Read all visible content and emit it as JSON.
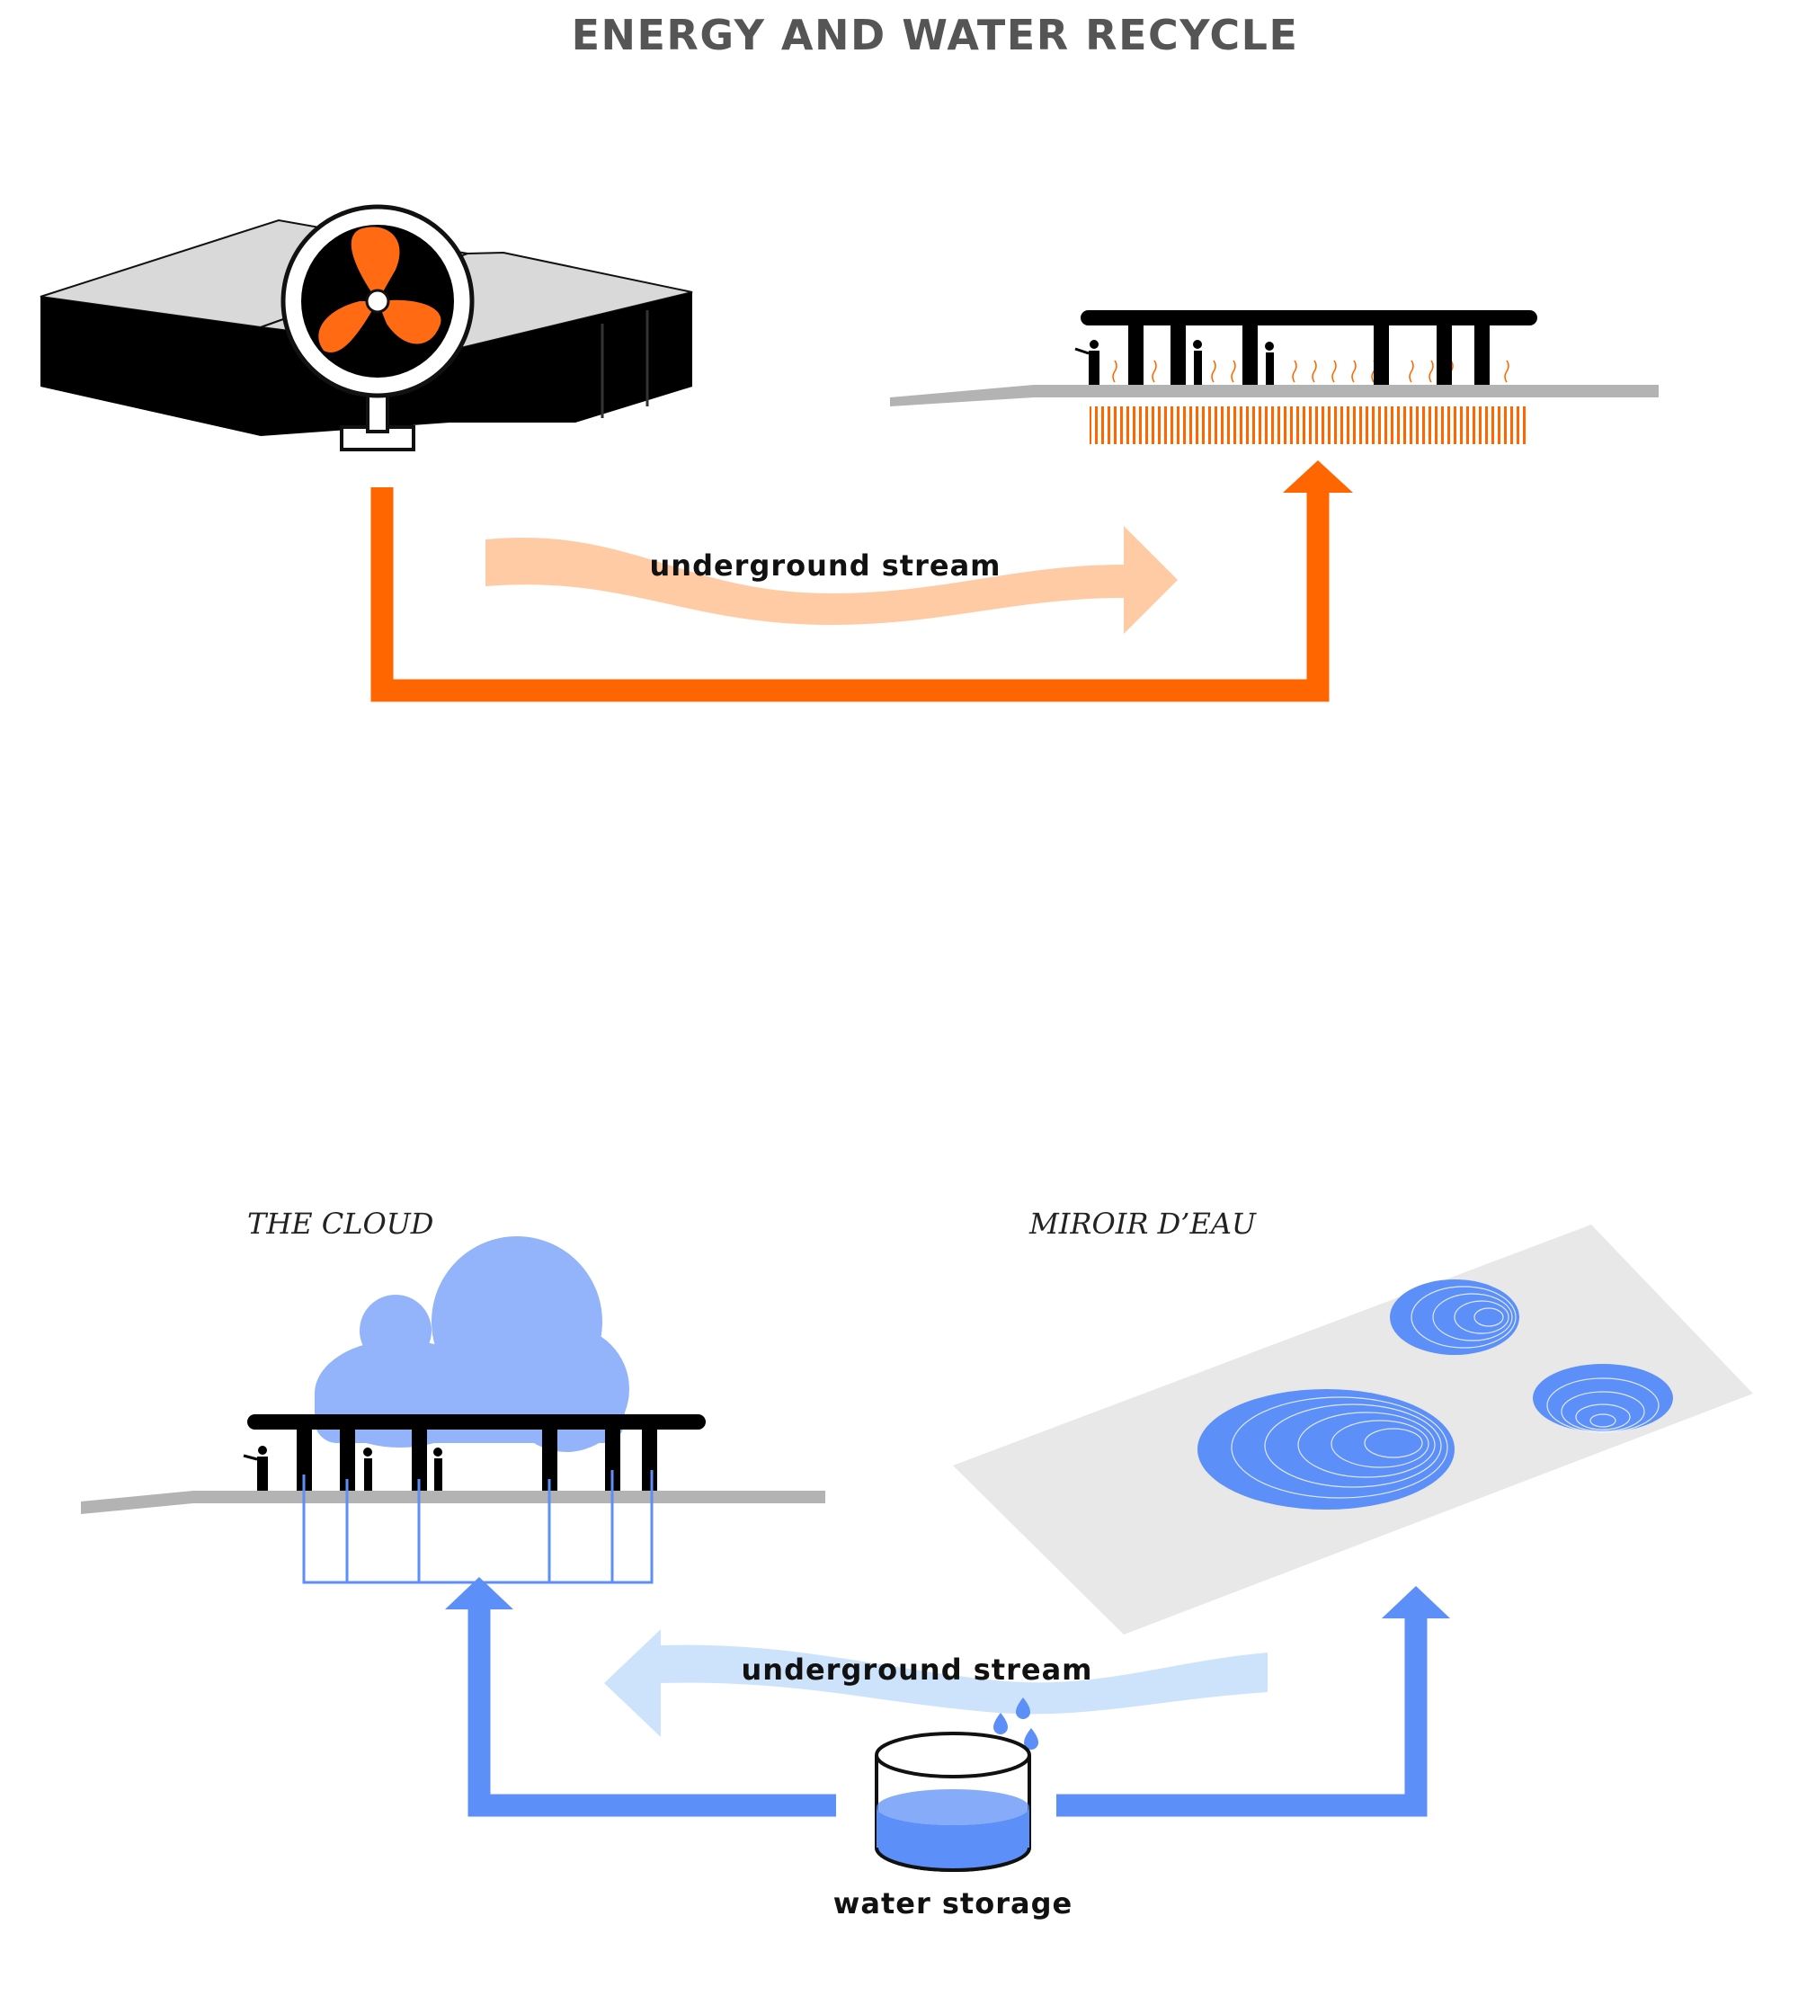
{
  "title": "ENERGY AND WATER RECYCLE",
  "energy": {
    "stream_label": "underground stream",
    "colors": {
      "flow": "#ff6600",
      "stream": "#ffcba4",
      "fan": "#ff6a13"
    },
    "icons": [
      "building-block",
      "fan-icon",
      "canopy-structure",
      "heat-grid",
      "person-icon"
    ]
  },
  "water": {
    "cloud_label": "THE CLOUD",
    "miroir_label": "MIROIR D’EAU",
    "stream_label": "underground stream",
    "storage_label": "water storage",
    "colors": {
      "flow": "#5c8ff7",
      "stream": "#cde3fb",
      "cloud": "#93b4fb",
      "pool": "#5c8ff7",
      "plane": "#e8e8e8"
    },
    "icons": [
      "cloud-icon",
      "canopy-structure",
      "water-plane",
      "water-pool",
      "water-tank-icon",
      "water-drop-icon"
    ]
  }
}
